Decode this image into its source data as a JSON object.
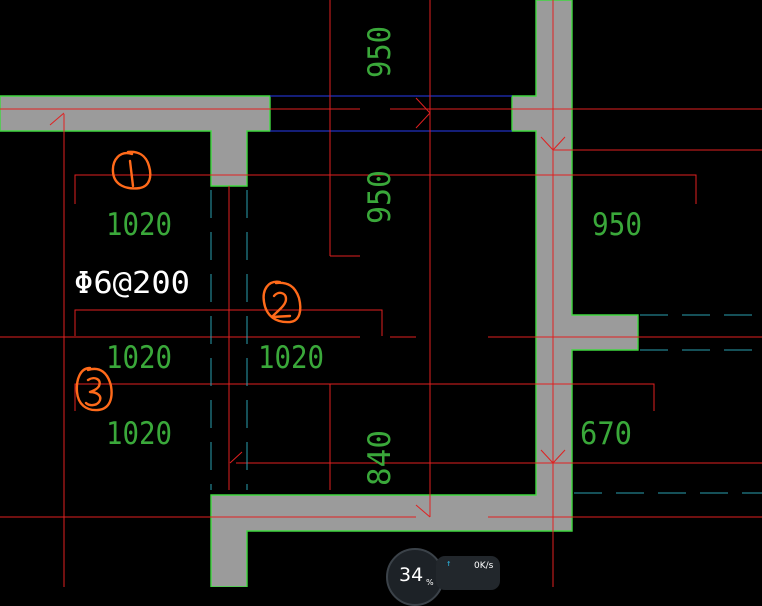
{
  "drawing": {
    "dimensions": {
      "top_950": "950",
      "mid_950": "950",
      "right_950": "950",
      "left_1020_a": "1020",
      "left_1020_b": "1020",
      "center_1020": "1020",
      "left_1020_c": "1020",
      "vert_840": "840",
      "right_670": "670"
    },
    "rebar_note": "Φ6@200",
    "markers": [
      "1",
      "2",
      "3"
    ]
  },
  "network_meter": {
    "percent": "34",
    "percent_unit": "%",
    "upload_speed": "0K/s"
  },
  "colors": {
    "background": "#000000",
    "wall_fill": "#9b9b9b",
    "wall_outline": "#3fd83f",
    "axis_line": "#e02020",
    "dimension_text": "#3aa83a",
    "hidden_line": "#2aa0b0",
    "opening_line": "#2030c0",
    "hand_marks": "#ff6a1a"
  }
}
